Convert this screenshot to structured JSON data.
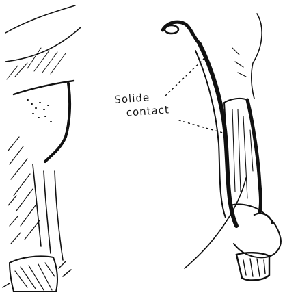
{
  "figure": {
    "annotation_line1": "Solide",
    "annotation_line2": "contact",
    "ink_color": "#111111",
    "paper_color": "#ffffff",
    "subjects": {
      "left": "horse-leg-sketch",
      "right": "hoof-with-curved-shoe-strap"
    }
  }
}
